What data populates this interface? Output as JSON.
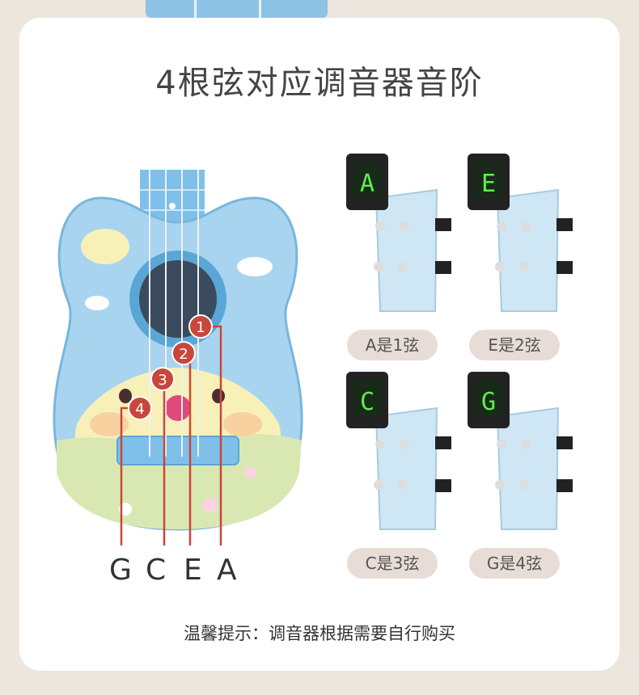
{
  "title": "4根弦对应调音器音阶",
  "string_labels": [
    "G",
    "C",
    "E",
    "A"
  ],
  "string_numbers": [
    "1",
    "2",
    "3",
    "4"
  ],
  "tuners": [
    {
      "note": "A",
      "caption": "A是1弦"
    },
    {
      "note": "E",
      "caption": "E是2弦"
    },
    {
      "note": "C",
      "caption": "C是3弦"
    },
    {
      "note": "G",
      "caption": "G是4弦"
    }
  ],
  "tip": "温馨提示：调音器根据需要自行购买",
  "colors": {
    "badge": "#c9473a",
    "pill": "#e7ddd6",
    "ukulele_blue": "#a8d4ef",
    "tuner_screen": "#5cf04a"
  }
}
